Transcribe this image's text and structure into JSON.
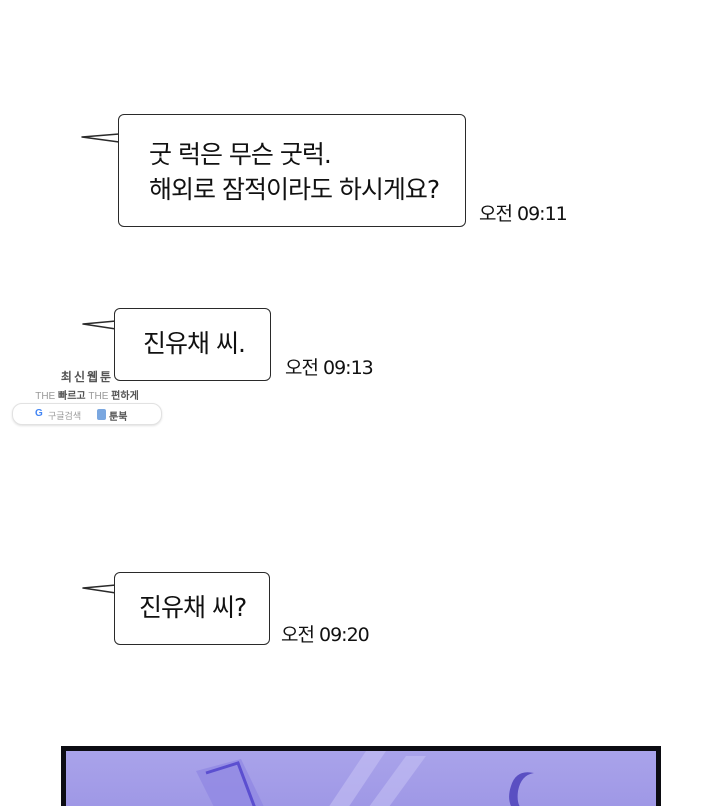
{
  "messages": [
    {
      "lines": [
        "굿 럭은 무슨 굿럭.",
        "해외로 잠적이라도 하시게요?"
      ],
      "time": "오전 09:11"
    },
    {
      "lines": [
        "진유채 씨."
      ],
      "time": "오전 09:13"
    },
    {
      "lines": [
        "진유채 씨?"
      ],
      "time": "오전 09:20"
    }
  ],
  "watermark": {
    "title": "최신웹툰",
    "the1": "THE",
    "fast": "빠르고",
    "the2": "THE",
    "easy": "편하게",
    "google_mark": "G",
    "google_label": "구글검색",
    "toon_label": "툰북"
  },
  "colors": {
    "bubble_border": "#2a2a2a",
    "panel_fill": "#a9a3ea",
    "panel_frame": "#0c0c12"
  }
}
